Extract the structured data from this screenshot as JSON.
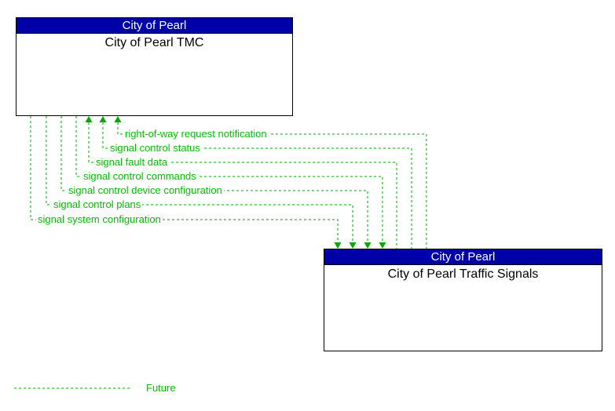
{
  "boxes": {
    "tmc": {
      "header": "City of Pearl",
      "name": "City of Pearl TMC"
    },
    "signals": {
      "header": "City of Pearl",
      "name": "City of Pearl Traffic Signals"
    }
  },
  "flows": [
    {
      "label": "right-of-way request notification",
      "direction": "to-tmc",
      "status": "future"
    },
    {
      "label": "signal control status",
      "direction": "to-tmc",
      "status": "future"
    },
    {
      "label": "signal fault data",
      "direction": "to-tmc",
      "status": "future"
    },
    {
      "label": "signal control commands",
      "direction": "to-signals",
      "status": "future"
    },
    {
      "label": "signal control device configuration",
      "direction": "to-signals",
      "status": "future"
    },
    {
      "label": "signal control plans",
      "direction": "to-signals",
      "status": "future"
    },
    {
      "label": "signal system configuration",
      "direction": "to-signals",
      "status": "future"
    }
  ],
  "legend": {
    "label": "Future"
  },
  "colors": {
    "header_blue": "#0000A8",
    "line_green": "#00A800",
    "label_green": "#00BE00",
    "border_black": "#000000",
    "background": "#FFFFFF"
  }
}
